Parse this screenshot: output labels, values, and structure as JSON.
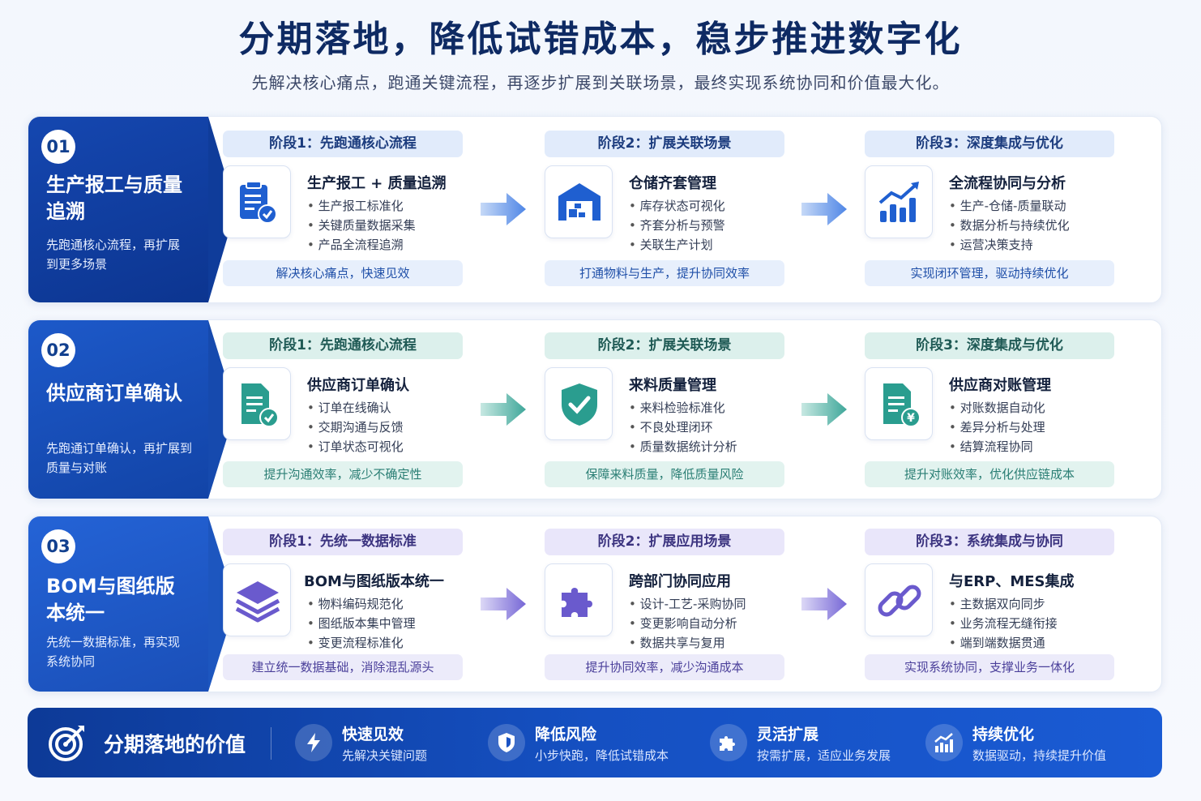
{
  "header": {
    "title": "分期落地，降低试错成本，稳步推进数字化",
    "subtitle": "先解决核心痛点，跑通关键流程，再逐步扩展到关联场景，最终实现系统协同和价值最大化。"
  },
  "rows": [
    {
      "num": "01",
      "title": "生产报工与质量追溯",
      "desc": "先跑通核心流程，再扩展到更多场景",
      "stages": [
        {
          "label": "阶段1：先跑通核心流程",
          "card_title": "生产报工 + 质量追溯",
          "items": [
            "生产报工标准化",
            "关键质量数据采集",
            "产品全流程追溯"
          ],
          "footer": "解决核心痛点，快速见效"
        },
        {
          "label": "阶段2：扩展关联场景",
          "card_title": "仓储齐套管理",
          "items": [
            "库存状态可视化",
            "齐套分析与预警",
            "关联生产计划"
          ],
          "footer": "打通物料与生产，提升协同效率"
        },
        {
          "label": "阶段3：深度集成与优化",
          "card_title": "全流程协同与分析",
          "items": [
            "生产-仓储-质量联动",
            "数据分析与持续优化",
            "运营决策支持"
          ],
          "footer": "实现闭环管理，驱动持续优化"
        }
      ]
    },
    {
      "num": "02",
      "title": "供应商订单确认",
      "desc": "先跑通订单确认，再扩展到质量与对账",
      "stages": [
        {
          "label": "阶段1：先跑通核心流程",
          "card_title": "供应商订单确认",
          "items": [
            "订单在线确认",
            "交期沟通与反馈",
            "订单状态可视化"
          ],
          "footer": "提升沟通效率，减少不确定性"
        },
        {
          "label": "阶段2：扩展关联场景",
          "card_title": "来料质量管理",
          "items": [
            "来料检验标准化",
            "不良处理闭环",
            "质量数据统计分析"
          ],
          "footer": "保障来料质量，降低质量风险"
        },
        {
          "label": "阶段3：深度集成与优化",
          "card_title": "供应商对账管理",
          "items": [
            "对账数据自动化",
            "差异分析与处理",
            "结算流程协同"
          ],
          "footer": "提升对账效率，优化供应链成本"
        }
      ]
    },
    {
      "num": "03",
      "title": "BOM与图纸版本统一",
      "desc": "先统一数据标准，再实现系统协同",
      "stages": [
        {
          "label": "阶段1：先统一数据标准",
          "card_title": "BOM与图纸版本统一",
          "items": [
            "物料编码规范化",
            "图纸版本集中管理",
            "变更流程标准化"
          ],
          "footer": "建立统一数据基础，消除混乱源头"
        },
        {
          "label": "阶段2：扩展应用场景",
          "card_title": "跨部门协同应用",
          "items": [
            "设计-工艺-采购协同",
            "变更影响自动分析",
            "数据共享与复用"
          ],
          "footer": "提升协同效率，减少沟通成本"
        },
        {
          "label": "阶段3：系统集成与协同",
          "card_title": "与ERP、MES集成",
          "items": [
            "主数据双向同步",
            "业务流程无缝衔接",
            "端到端数据贯通"
          ],
          "footer": "实现系统协同，支撑业务一体化"
        }
      ]
    }
  ],
  "value_bar": {
    "title": "分期落地的价值",
    "items": [
      {
        "title": "快速见效",
        "desc": "先解决关键问题"
      },
      {
        "title": "降低风险",
        "desc": "小步快跑，降低试错成本"
      },
      {
        "title": "灵活扩展",
        "desc": "按需扩展，适应业务发展"
      },
      {
        "title": "持续优化",
        "desc": "数据驱动，持续提升价值"
      }
    ]
  },
  "colors": {
    "row1_accent": "#1f5fd0",
    "row2_accent": "#2a9d8f",
    "row3_accent": "#6a5acd",
    "banner": "#0e3f9e"
  }
}
